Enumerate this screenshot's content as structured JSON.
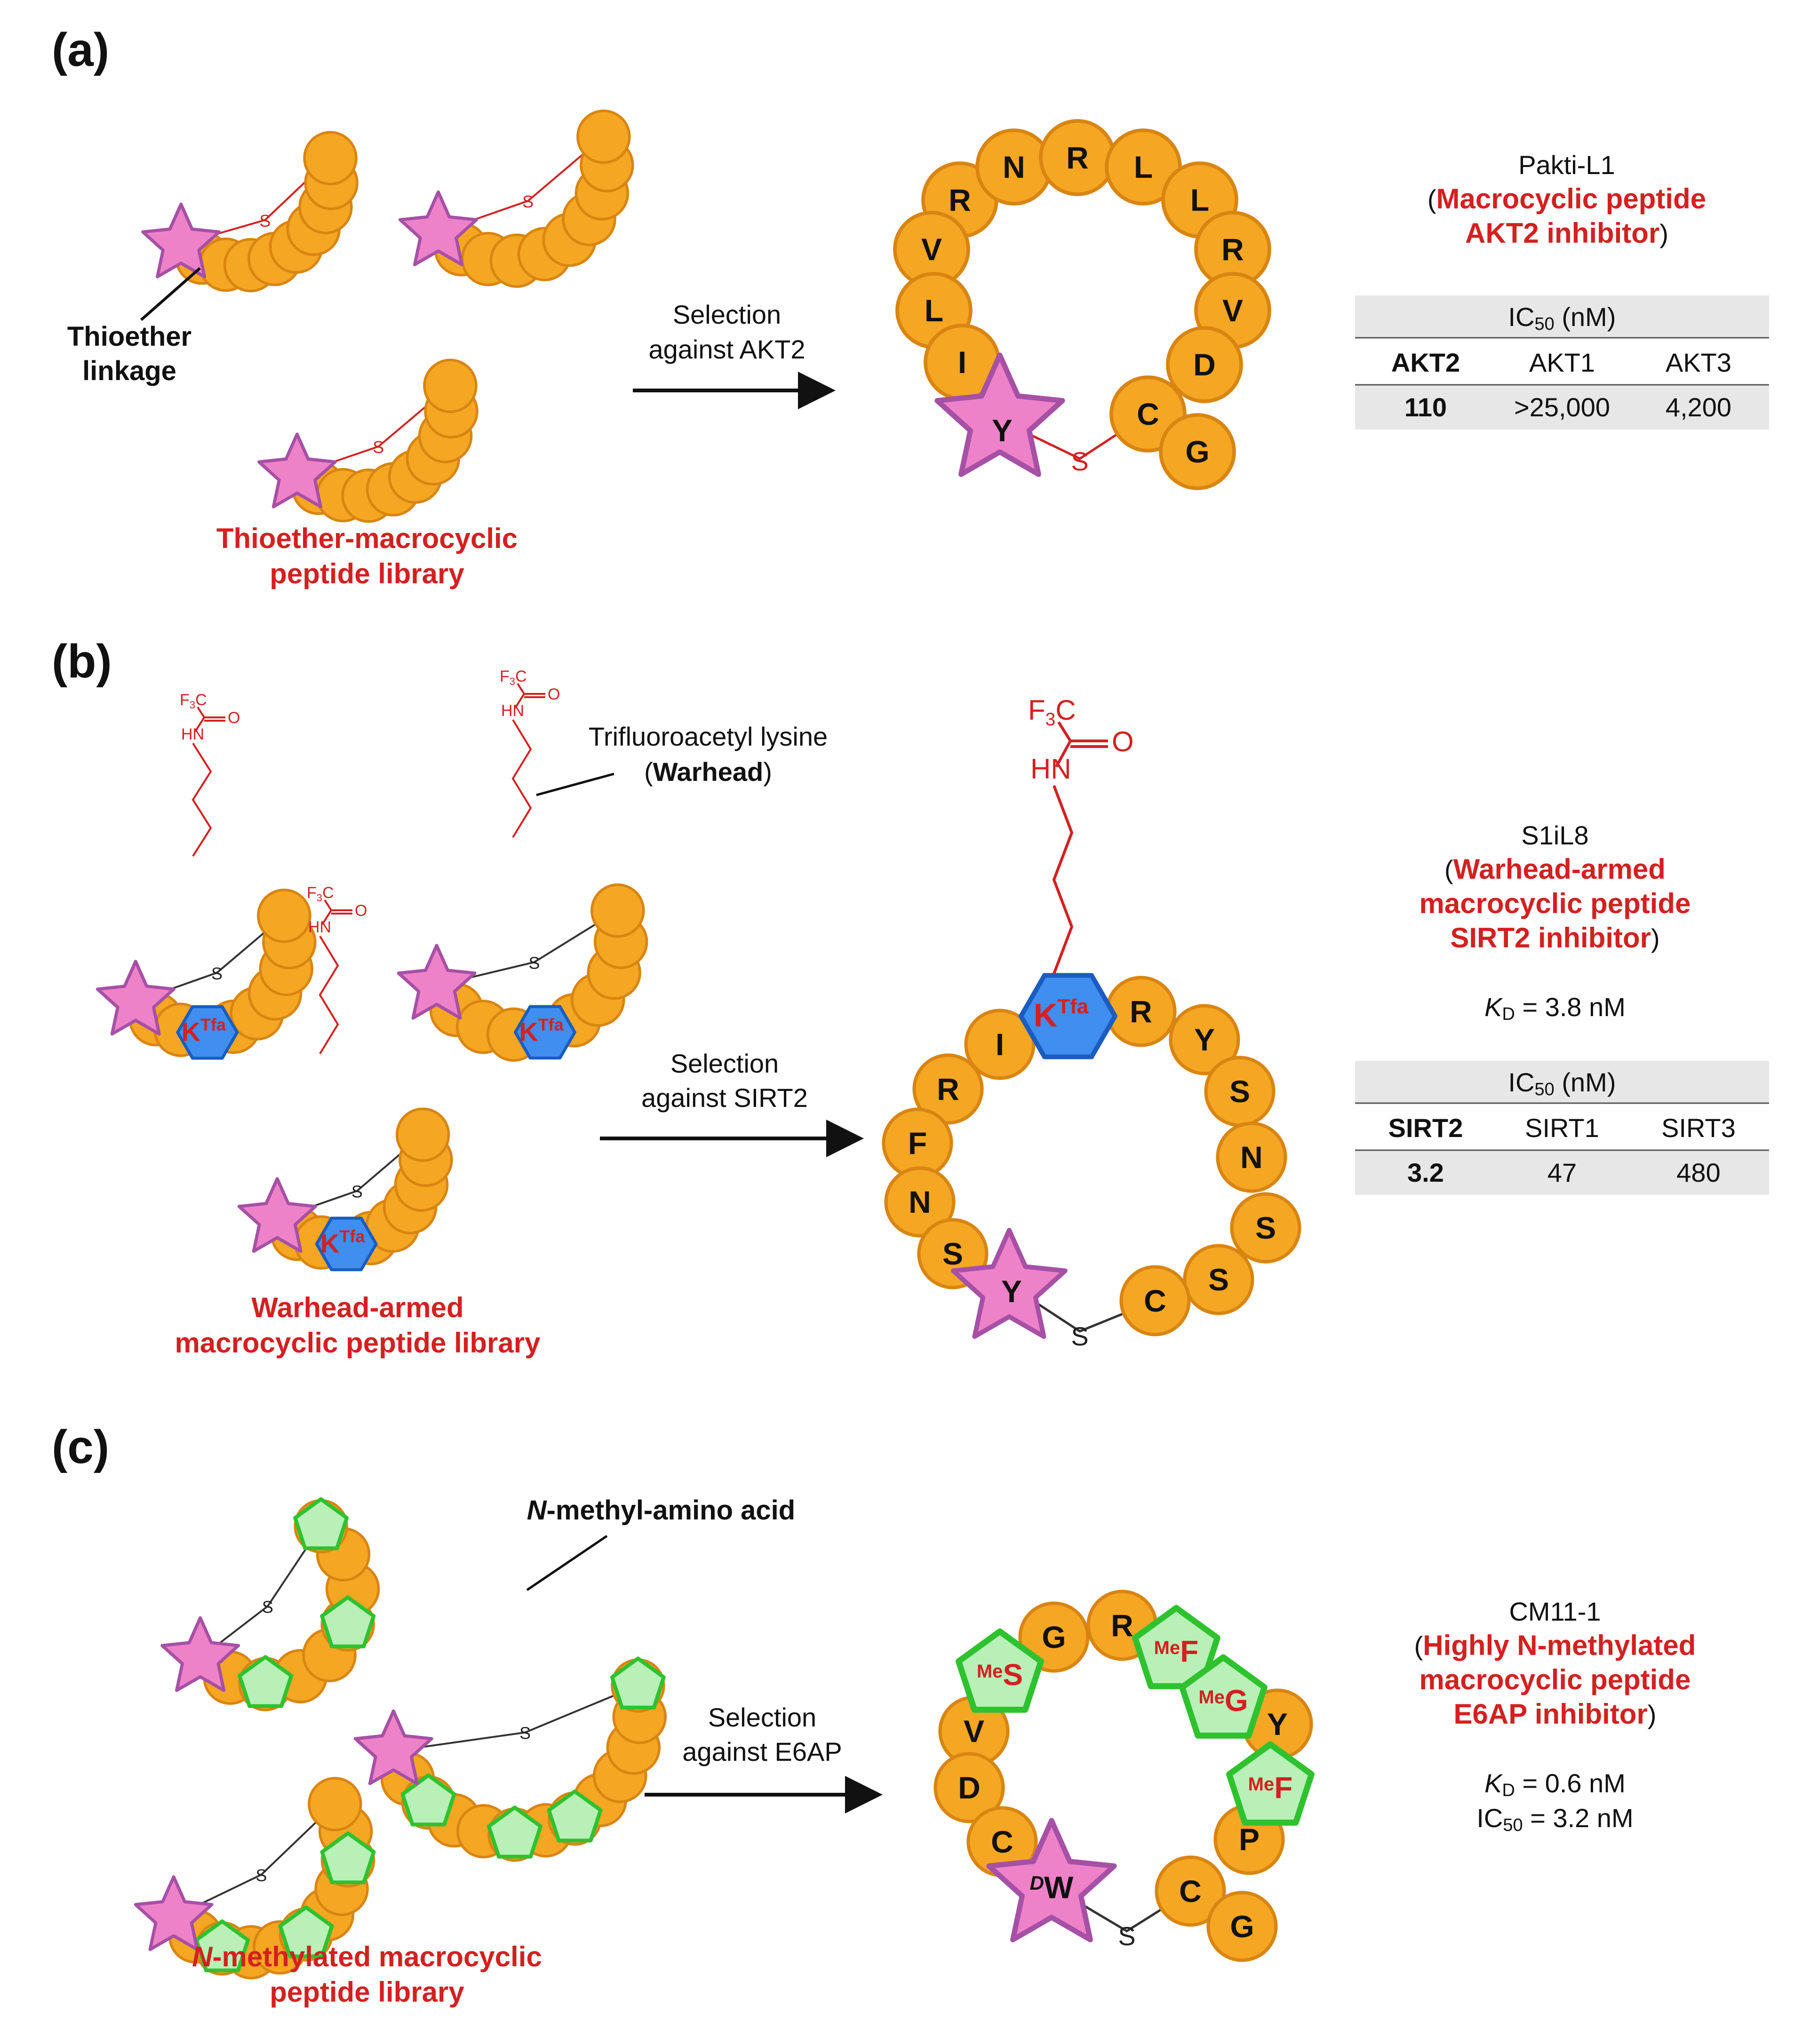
{
  "panels": {
    "a": {
      "label": "(a)",
      "linkage_label": [
        "Thioether",
        "linkage"
      ],
      "library_caption": [
        "Thioether-macrocyclic",
        "peptide library"
      ],
      "arrow_text": [
        "Selection",
        "against AKT2"
      ],
      "ring_residues": [
        "R",
        "N",
        "R",
        "L",
        "L",
        "R",
        "V",
        "D",
        "C",
        "G",
        "V",
        "L",
        "I",
        "Y"
      ],
      "sulfur": "S",
      "peptide_name": "Pakti-L1",
      "peptide_desc": [
        "Macrocyclic peptide",
        "AKT2 inhibitor"
      ],
      "table": {
        "header": "IC50 (nM)",
        "columns": [
          "AKT2",
          "AKT1",
          "AKT3"
        ],
        "values": [
          "110",
          ">25,000",
          "4,200"
        ]
      }
    },
    "b": {
      "label": "(b)",
      "warhead_label": [
        "Trifluoroacetyl lysine",
        "(",
        "Warhead",
        ")"
      ],
      "library_caption": [
        "Warhead-armed",
        "macrocyclic peptide library"
      ],
      "arrow_text": [
        "Selection",
        "against SIRT2"
      ],
      "warhead_residue": "K",
      "warhead_sup": "Tfa",
      "ring_residues": [
        "I",
        "R",
        "F",
        "N",
        "S",
        "R",
        "Y",
        "S",
        "N",
        "S",
        "S",
        "C",
        "Y"
      ],
      "chem": {
        "cf3": "F3C",
        "o": "O",
        "hn": "HN"
      },
      "peptide_name": "S1iL8",
      "peptide_desc": [
        "Warhead-armed",
        "macrocyclic peptide",
        "SIRT2 inhibitor"
      ],
      "kd": "= 3.8 nM",
      "table": {
        "header": "IC50 (nM)",
        "columns": [
          "SIRT2",
          "SIRT1",
          "SIRT3"
        ],
        "values": [
          "3.2",
          "47",
          "480"
        ]
      }
    },
    "c": {
      "label": "(c)",
      "nmethyl_label": [
        "N",
        "-methyl-amino acid"
      ],
      "library_caption": [
        "N",
        "-methylated macrocyclic",
        "peptide library"
      ],
      "arrow_text": [
        "Selection",
        "against E6AP"
      ],
      "ring_residues": [
        "G",
        "R",
        "V",
        "D",
        "C",
        "Y",
        "P",
        "C",
        "G"
      ],
      "methyl_residues": [
        "S",
        "F",
        "G",
        "F"
      ],
      "methyl_prefix": "Me",
      "d_trp": {
        "prefix": "D",
        "letter": "W"
      },
      "peptide_name": "CM11-1",
      "peptide_desc": [
        "Highly N-methylated",
        "macrocyclic peptide",
        "E6AP inhibitor"
      ],
      "kd": "= 0.6 nM",
      "ic50": "= 3.2 nM"
    }
  },
  "colors": {
    "orange": "#f5a623",
    "orange_stroke": "#d98512",
    "pink": "#ee82c8",
    "pink_stroke": "#a650a6",
    "blue": "#3f8ef0",
    "blue_stroke": "#1a5cc0",
    "green_fill": "#b8f0b8",
    "green_stroke": "#2fc22f",
    "red_text": "#d42020",
    "table_bg": "#e7e7e7"
  }
}
